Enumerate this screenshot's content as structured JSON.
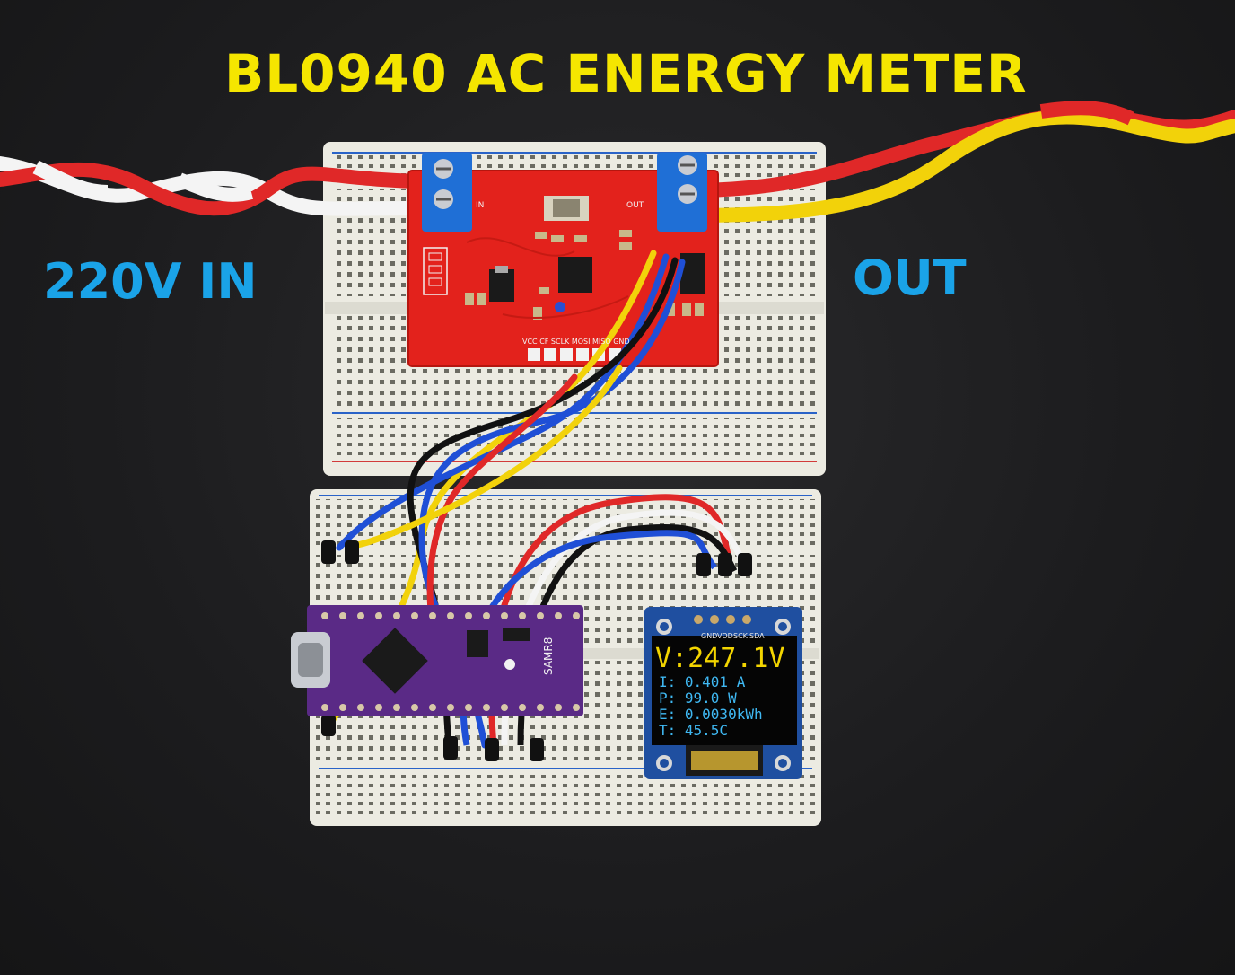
{
  "title": "BL0940 AC ENERGY METER",
  "labels": {
    "input": "220V IN",
    "output": "OUT"
  },
  "colors": {
    "title": "#f5e600",
    "labels": "#1aa3e8",
    "oled_voltage": "#f3d500",
    "oled_text": "#3fb8f2",
    "meter_board": "#e3221c",
    "mcu_board": "#5a2a86",
    "oled_pcb": "#1f4fa0"
  },
  "meter_board": {
    "in_terminal": "IN",
    "out_terminal": "OUT",
    "header_pins": "VCC CF SCLK MOSI MISO GND"
  },
  "oled": {
    "pins": [
      "GND",
      "VDD",
      "SCK",
      "SDA"
    ],
    "voltage": "V:247.1V",
    "current": "I: 0.401 A",
    "power": "P: 99.0 W",
    "energy": "E: 0.0030kWh",
    "temperature": "T: 45.5C"
  },
  "mcu": {
    "label": "SAMR8"
  }
}
